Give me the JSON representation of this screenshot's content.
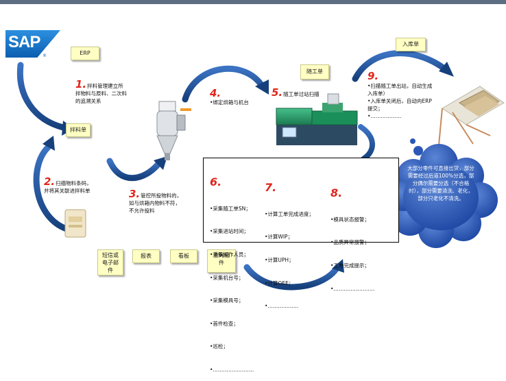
{
  "logo": {
    "text": "SAP",
    "reg": "®"
  },
  "notes": {
    "erp": "ERP",
    "picklist": "拌料单",
    "traveler": "随工单",
    "warehouse": "入库单",
    "sms": "短信或\n电子邮\n件",
    "report": "报表",
    "board": "看板",
    "plugin": "查询插\n件"
  },
  "steps": {
    "s1": {
      "num": "1.",
      "text": "拌料管理建立所拌物料与原料、二次料的追溯关系"
    },
    "s2": {
      "num": "2.",
      "text": "扫描物料条码，并将其关联进拌料单"
    },
    "s3": {
      "num": "3.",
      "text": "管控所投物料的，如与烘箱内物料不符，不允许投料"
    },
    "s4": {
      "num": "4.",
      "text": "•绑定烘箱与机台"
    },
    "s5": {
      "num": "5.",
      "text": "随工单过站扫描"
    },
    "s9": {
      "num": "9.",
      "lines": [
        "•扫描随工单出站，自动生成入库单）",
        "•入库单关闭后，自动向ERP提交；",
        "•………………"
      ]
    }
  },
  "lists": {
    "s6": {
      "num": "6.",
      "items": [
        "•采集随工单SN；",
        "•采集进站时间；",
        "•采集操作人员；",
        "•采集机台号；",
        "•采集模具号；",
        "•首件检查；",
        "•巡检；",
        "•……………………"
      ]
    },
    "s7": {
      "num": "7.",
      "items": [
        "•计算工单完成进度；",
        "•计算WIP；",
        "•计算UPH；",
        "•计算OEE；",
        "•………………"
      ]
    },
    "s8": {
      "num": "8.",
      "items": [
        "•模具状态报警；",
        "•品质异常报警；",
        "•工单完成提示；",
        "•……………………"
      ]
    }
  },
  "cloud": "大部分零件可直接出货，部分需要经过后道100%分选，部分偶尔需要分选（不合格时），部分需要清洗、老化，部分只老化不清洗。",
  "colors": {
    "arrow": "#1d4e8f",
    "note": "#ffffc4",
    "accent": "#e0251b",
    "cloud": "#2b57b8"
  }
}
